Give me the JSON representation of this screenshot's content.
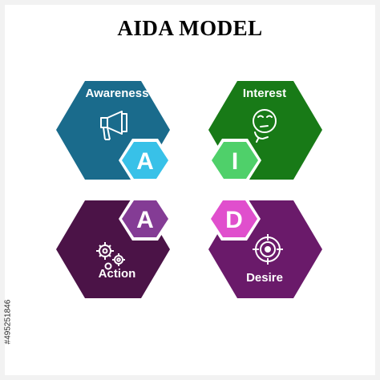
{
  "title": "AIDA MODEL",
  "side_text": "#495251846",
  "colors": {
    "awareness": "#1a6b8c",
    "interest": "#187a17",
    "action": "#4b1347",
    "desire": "#6a1a6a",
    "hex_awareness": "#38c1e8",
    "hex_interest": "#4fd06a",
    "hex_action": "#843c95",
    "hex_desire": "#e04fcd"
  },
  "stages": [
    {
      "name": "Awareness",
      "letter": "A",
      "icon": "megaphone-icon"
    },
    {
      "name": "Interest",
      "letter": "I",
      "icon": "thinking-emoji-icon"
    },
    {
      "name": "Action",
      "letter": "A",
      "icon": "gears-icon"
    },
    {
      "name": "Desire",
      "letter": "D",
      "icon": "target-icon"
    }
  ]
}
